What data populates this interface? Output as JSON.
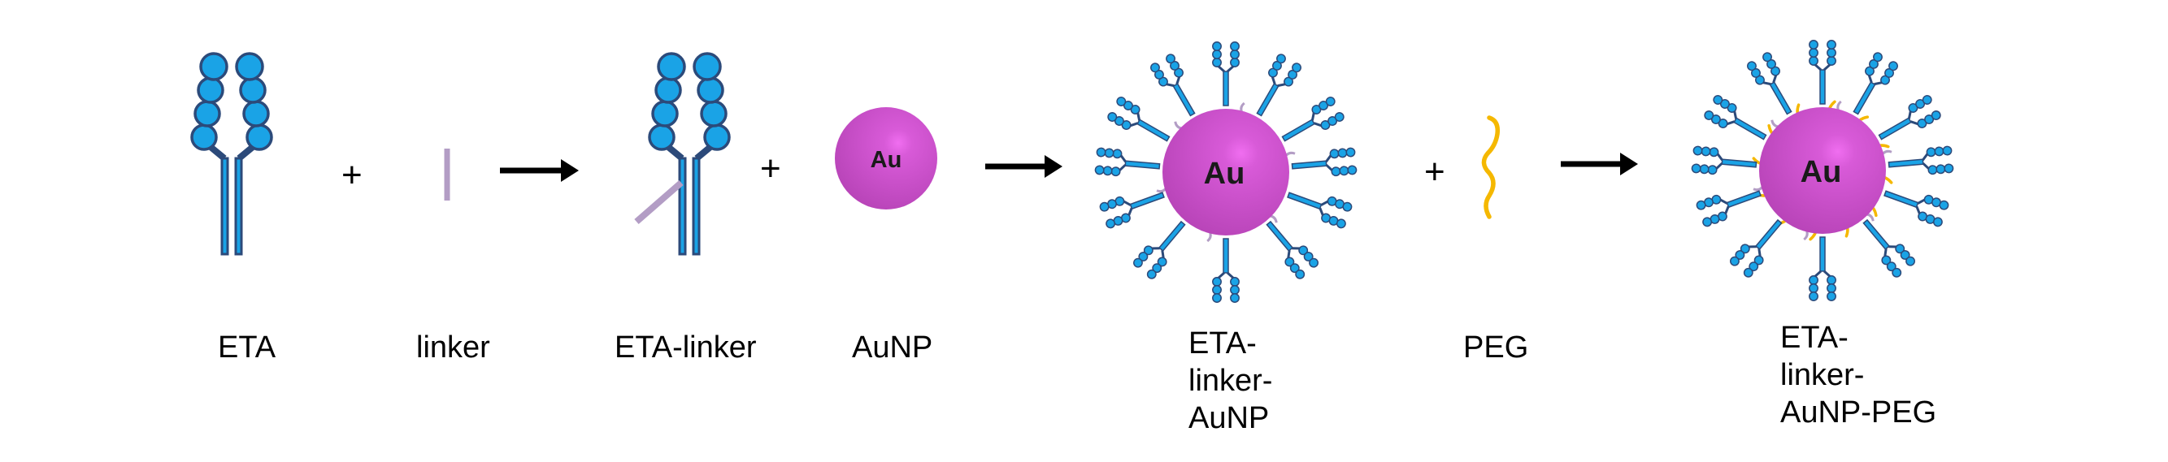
{
  "labels": {
    "eta": "ETA",
    "linker": "linker",
    "eta_linker": "ETA-linker",
    "aunp": "AuNP",
    "eta_linker_aunp": [
      "ETA-",
      "linker-",
      "AuNP"
    ],
    "peg": "PEG",
    "eta_linker_aunp_peg": [
      "ETA-",
      "linker-",
      "AuNP-PEG"
    ]
  },
  "operators": {
    "plus": "+"
  },
  "particle_text": "Au",
  "colors": {
    "antibody_fill": "#1aa3e6",
    "antibody_outline": "#2c4a7a",
    "linker": "#b39dc5",
    "gold_particle": "#c64fc6",
    "highlight": "#f070f0",
    "peg": "#f5b800",
    "arrow": "#000000"
  },
  "icons": [
    "antibody-icon",
    "linker-icon",
    "gold-nanoparticle-icon",
    "peg-chain-icon",
    "arrow-right-icon"
  ]
}
